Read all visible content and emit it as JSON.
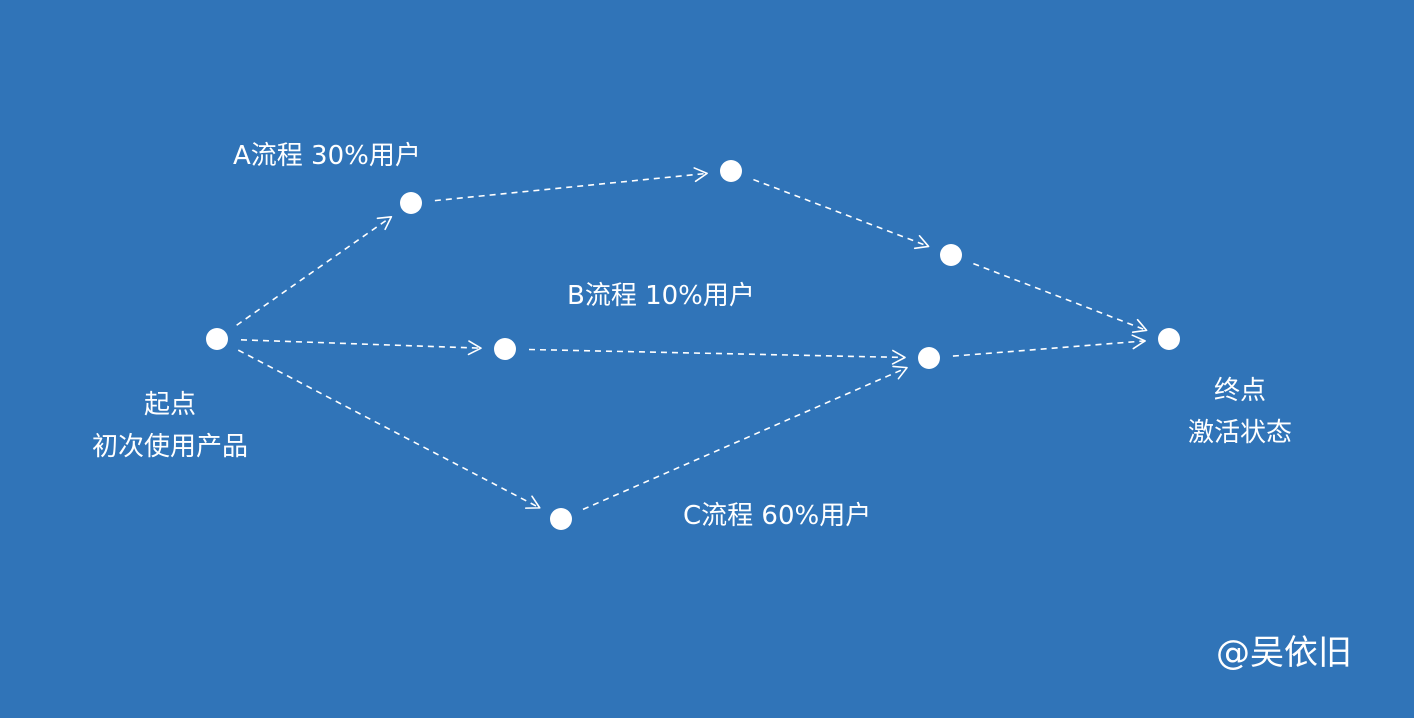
{
  "flow_a": {
    "label": "A流程 30%用户"
  },
  "flow_b": {
    "label": "B流程 10%用户"
  },
  "flow_c": {
    "label": "C流程 60%用户"
  },
  "start": {
    "title": "起点",
    "subtitle": "初次使用产品"
  },
  "end": {
    "title": "终点",
    "subtitle": "激活状态"
  },
  "watermark": "@吴依旧",
  "colors": {
    "background": "#3074b8",
    "foreground": "#ffffff"
  }
}
